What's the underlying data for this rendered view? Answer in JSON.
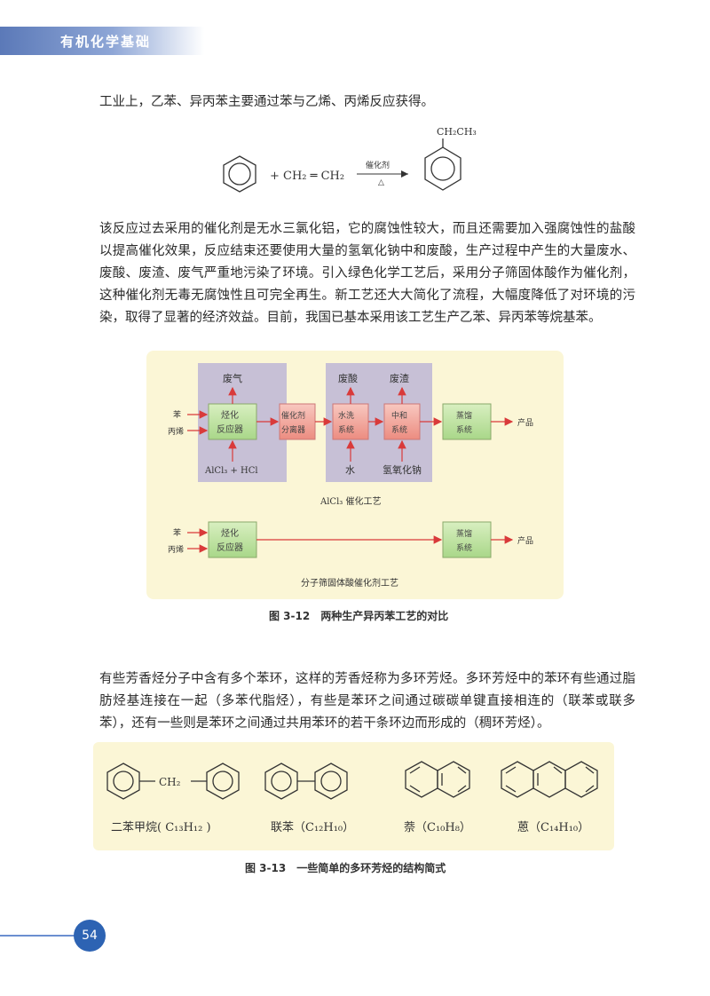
{
  "header": {
    "title": "有机化学基础"
  },
  "intro": "工业上，乙苯、异丙苯主要通过苯与乙烯、丙烯反应获得。",
  "reaction": {
    "reagent": "+ CH₂ ═ CH₂",
    "catalyst": "催化剂",
    "condition": "△",
    "product_group": "CH₂CH₃"
  },
  "para1": "该反应过去采用的催化剂是无水三氯化铝，它的腐蚀性较大，而且还需要加入强腐蚀性的盐酸以提高催化效果，反应结束还要使用大量的氢氧化钠中和废酸，生产过程中产生的大量废水、废酸、废渣、废气严重地污染了环境。引入绿色化学工艺后，采用分子筛固体酸作为催化剂，这种催化剂无毒无腐蚀性且可完全再生。新工艺还大大简化了流程，大幅度降低了对环境的污染，取得了显著的经济效益。目前，我国已基本采用该工艺生产乙苯、异丙苯等烷基苯。",
  "figure1": {
    "process1": {
      "waste_gas": "废气",
      "waste_acid": "废酸",
      "waste_residue": "废渣",
      "input_benzene": "苯",
      "input_propylene": "丙烯",
      "alkylation": [
        "烃化",
        "反应器"
      ],
      "separator": [
        "催化剂",
        "分离器"
      ],
      "wash": [
        "水洗",
        "系统"
      ],
      "neutralize": [
        "中和",
        "系统"
      ],
      "distill": [
        "蒸馏",
        "系统"
      ],
      "product": "产品",
      "aux_in": "AlCl₃ + HCl",
      "water": "水",
      "naoh": "氢氧化钠",
      "label": "AlCl₃ 催化工艺"
    },
    "process2": {
      "input_benzene": "苯",
      "input_propylene": "丙烯",
      "alkylation": [
        "烃化",
        "反应器"
      ],
      "distill": [
        "蒸馏",
        "系统"
      ],
      "product": "产品",
      "label": "分子筛固体酸催化剂工艺"
    },
    "caption": "图 3-12　两种生产异丙苯工艺的对比"
  },
  "para2": "有些芳香烃分子中含有多个苯环，这样的芳香烃称为多环芳烃。多环芳烃中的苯环有些通过脂肪烃基连接在一起（多苯代脂烃），有些是苯环之间通过碳碳单键直接相连的（联苯或联多苯），还有一些则是苯环之间通过共用苯环的若干条环边而形成的（稠环芳烃）。",
  "figure2": {
    "ch2": "CH₂",
    "labels": [
      "二苯甲烷( C₁₃H₁₂ )",
      "联苯（C₁₂H₁₀）",
      "萘（C₁₀H₈）",
      "蒽（C₁₄H₁₀）"
    ],
    "caption": "图 3-13　一些简单的多环芳烃的结构简式"
  },
  "page_number": "54"
}
